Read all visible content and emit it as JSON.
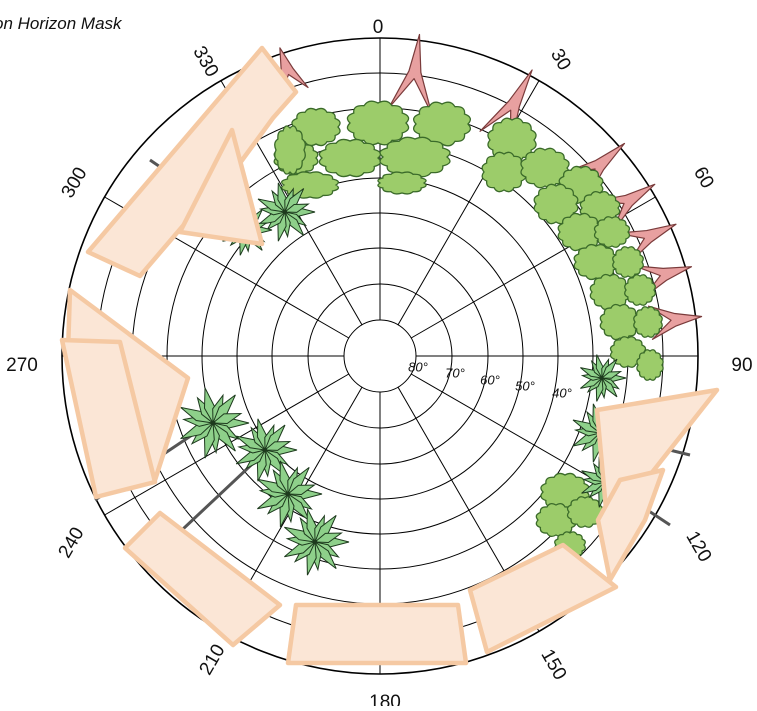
{
  "title": "on Horizon Mask",
  "azimuth_labels": [
    "0",
    "30",
    "60",
    "90",
    "120",
    "150",
    "180",
    "210",
    "240",
    "270",
    "300",
    "330"
  ],
  "elevation_labels": [
    "80°",
    "70°",
    "60°",
    "50°",
    "40°"
  ],
  "colors": {
    "tree_canopy": "#9ccc6a",
    "tree_outline": "#3b6b2a",
    "palm_fill": "#8ed08a",
    "palm_dark": "#1d3a1d",
    "bare_tree": "#e8a0a0",
    "obstruction_fill": "#fbe6d6",
    "obstruction_stroke": "#f5c9a3",
    "grid": "#000000"
  },
  "icons": [
    "deciduous-tree-icon",
    "palm-tree-icon",
    "bare-tree-icon",
    "building-obstruction-icon"
  ]
}
